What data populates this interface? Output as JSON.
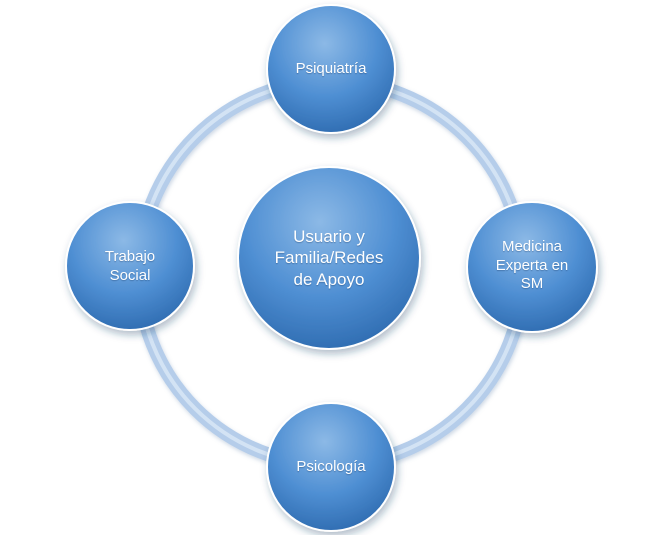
{
  "diagram": {
    "center": {
      "label": "Usuario y\nFamilia/Redes\nde Apoyo"
    },
    "nodes": [
      {
        "id": "psiquiatria",
        "label": "Psiquiatría"
      },
      {
        "id": "medicina",
        "label": "Medicina\nExperta en\nSM"
      },
      {
        "id": "psicologia",
        "label": "Psicología"
      },
      {
        "id": "trabajo-social",
        "label": "Trabajo\nSocial"
      }
    ]
  },
  "colors": {
    "node_light": "#86b3e3",
    "node_mid": "#4f8fd3",
    "node_dark": "#2a67ad",
    "ring": "#b3ccea",
    "text": "#ffffff"
  }
}
